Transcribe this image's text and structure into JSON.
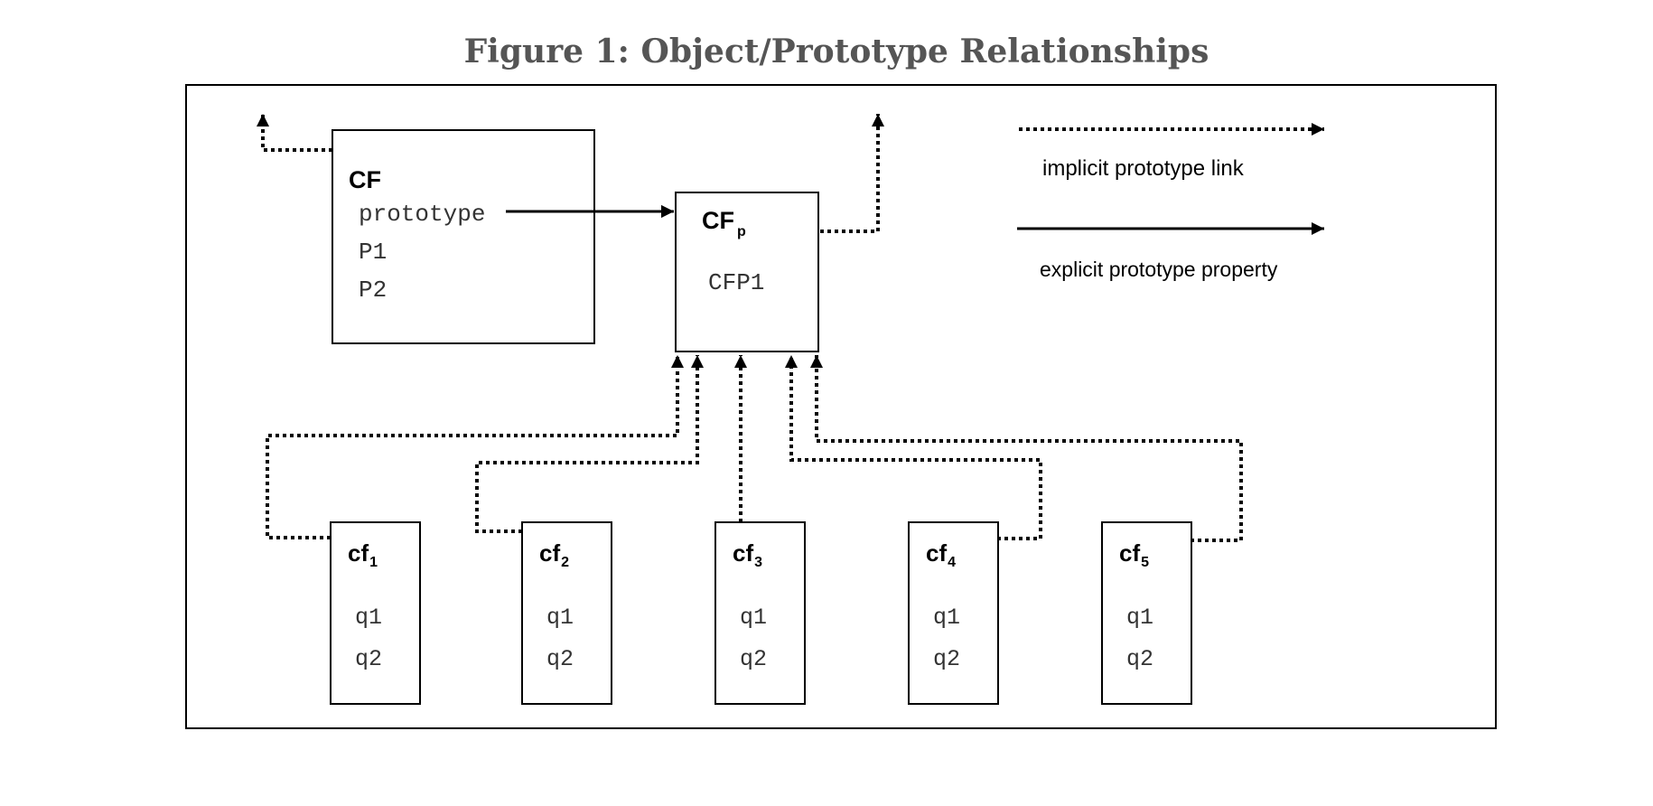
{
  "title": "Figure 1: Object/Prototype Relationships",
  "constructor": {
    "name": "CF",
    "members": [
      "prototype",
      "P1",
      "P2"
    ]
  },
  "prototype_object": {
    "name": "CF",
    "subscript": "p",
    "members": [
      "CFP1"
    ]
  },
  "instances": [
    {
      "name": "cf",
      "subscript": "1",
      "members": [
        "q1",
        "q2"
      ]
    },
    {
      "name": "cf",
      "subscript": "2",
      "members": [
        "q1",
        "q2"
      ]
    },
    {
      "name": "cf",
      "subscript": "3",
      "members": [
        "q1",
        "q2"
      ]
    },
    {
      "name": "cf",
      "subscript": "4",
      "members": [
        "q1",
        "q2"
      ]
    },
    {
      "name": "cf",
      "subscript": "5",
      "members": [
        "q1",
        "q2"
      ]
    }
  ],
  "legend": {
    "implicit": "implicit prototype link",
    "explicit": "explicit prototype property"
  }
}
